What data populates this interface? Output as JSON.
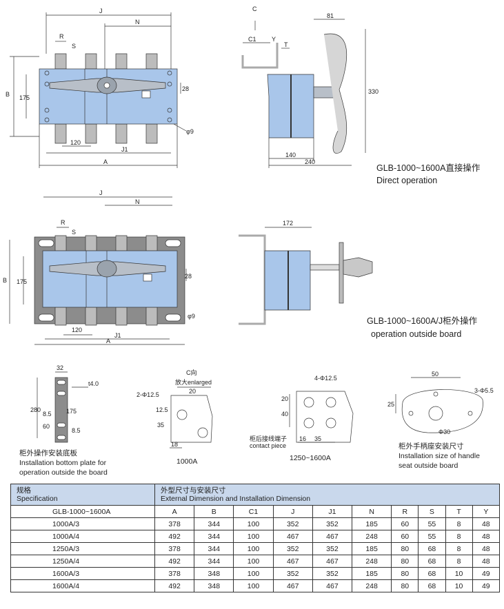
{
  "diagram": {
    "top_left": {
      "dims": {
        "J": "J",
        "N": "N",
        "R": "R",
        "S": "S",
        "B": "B",
        "h175": "175",
        "h28": "28",
        "phi9": "φ9",
        "w120": "120",
        "J1": "J1",
        "A": "A"
      }
    },
    "top_right": {
      "dims": {
        "C": "C",
        "C1": "C1",
        "Y": "Y",
        "T": "T",
        "w81": "81",
        "h330": "330",
        "w140": "140",
        "w240": "240"
      },
      "caption_cn": "GLB-1000~1600A直接操作",
      "caption_en": "Direct operation"
    },
    "mid_left": {
      "dims": {
        "J": "J",
        "N": "N",
        "R": "R",
        "S": "S",
        "B": "B",
        "h175": "175",
        "h28": "28",
        "phi9": "φ9",
        "w120": "120",
        "J1": "J1",
        "A": "A"
      }
    },
    "mid_right": {
      "dims": {
        "w172": "172"
      },
      "caption_cn": "GLB-1000~1600A/J柜外操作",
      "caption_en": "operation outside board"
    },
    "plate": {
      "dims": {
        "w32": "32",
        "t4": "t4.0",
        "h280": "280",
        "h175": "175",
        "d85a": "8.5",
        "d60": "60",
        "d85b": "8.5"
      },
      "caption_cn": "柜外操作安装底板",
      "caption_en1": "Installation bottom plate for",
      "caption_en2": "operation outside the board"
    },
    "c1000": {
      "dims": {
        "cdir": "C向",
        "enlarged": "放大enlarged",
        "w20": "20",
        "holes": "2-Φ12.5",
        "h125": "12.5",
        "h35": "35",
        "w18": "18"
      },
      "caption": "1000A"
    },
    "c1250": {
      "dims": {
        "holes": "4-Φ12.5",
        "h20": "20",
        "h40": "40",
        "w16": "16",
        "w35": "35",
        "contact_cn": "柜后接线端子",
        "contact_en": "contact piece"
      },
      "caption": "1250~1600A"
    },
    "handle": {
      "dims": {
        "w50": "50",
        "holes": "3-Φ5.5",
        "h25": "25",
        "phi30": "Φ30"
      },
      "caption_cn": "柜外手柄座安装尺寸",
      "caption_en1": "Installation size of handle",
      "caption_en2": "seat outside board"
    }
  },
  "table": {
    "header_cn_left": "规格",
    "header_en_left": "Specification",
    "header_cn_right": "外型尺寸与安装尺寸",
    "header_en_right": "External Dimension and Installation Dimension",
    "columns": [
      "GLB-1000~1600A",
      "A",
      "B",
      "C1",
      "J",
      "J1",
      "N",
      "R",
      "S",
      "T",
      "Y"
    ],
    "rows": [
      [
        "1000A/3",
        "378",
        "344",
        "100",
        "352",
        "352",
        "185",
        "60",
        "55",
        "8",
        "48"
      ],
      [
        "1000A/4",
        "492",
        "344",
        "100",
        "467",
        "467",
        "248",
        "60",
        "55",
        "8",
        "48"
      ],
      [
        "1250A/3",
        "378",
        "344",
        "100",
        "352",
        "352",
        "185",
        "80",
        "68",
        "8",
        "48"
      ],
      [
        "1250A/4",
        "492",
        "344",
        "100",
        "467",
        "467",
        "248",
        "80",
        "68",
        "8",
        "48"
      ],
      [
        "1600A/3",
        "378",
        "348",
        "100",
        "352",
        "352",
        "185",
        "80",
        "68",
        "10",
        "49"
      ],
      [
        "1600A/4",
        "492",
        "348",
        "100",
        "467",
        "467",
        "248",
        "80",
        "68",
        "10",
        "49"
      ]
    ]
  }
}
